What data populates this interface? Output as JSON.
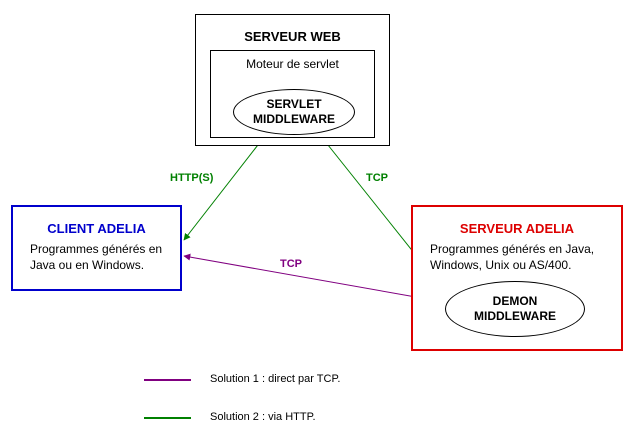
{
  "web_server": {
    "title": "SERVEUR WEB",
    "engine_label": "Moteur de servlet",
    "servlet_line1": "SERVLET",
    "servlet_line2": "MIDDLEWARE"
  },
  "client": {
    "title": "CLIENT ADELIA",
    "desc_line1": "Programmes générés en",
    "desc_line2": "Java ou en Windows.",
    "color": "#0000cc"
  },
  "server": {
    "title": "SERVEUR ADELIA",
    "desc_line1": "Programmes générés en Java,",
    "desc_line2": "Windows, Unix ou AS/400.",
    "demon_line1": "DEMON",
    "demon_line2": "MIDDLEWARE",
    "color": "#dd0000"
  },
  "connections": {
    "http_label": "HTTP(S)",
    "tcp_web_label": "TCP",
    "tcp_direct_label": "TCP",
    "purple": "#800080",
    "green": "#008000"
  },
  "legend": {
    "solution1": "Solution 1 : direct par TCP.",
    "solution2": "Solution 2 : via HTTP."
  }
}
